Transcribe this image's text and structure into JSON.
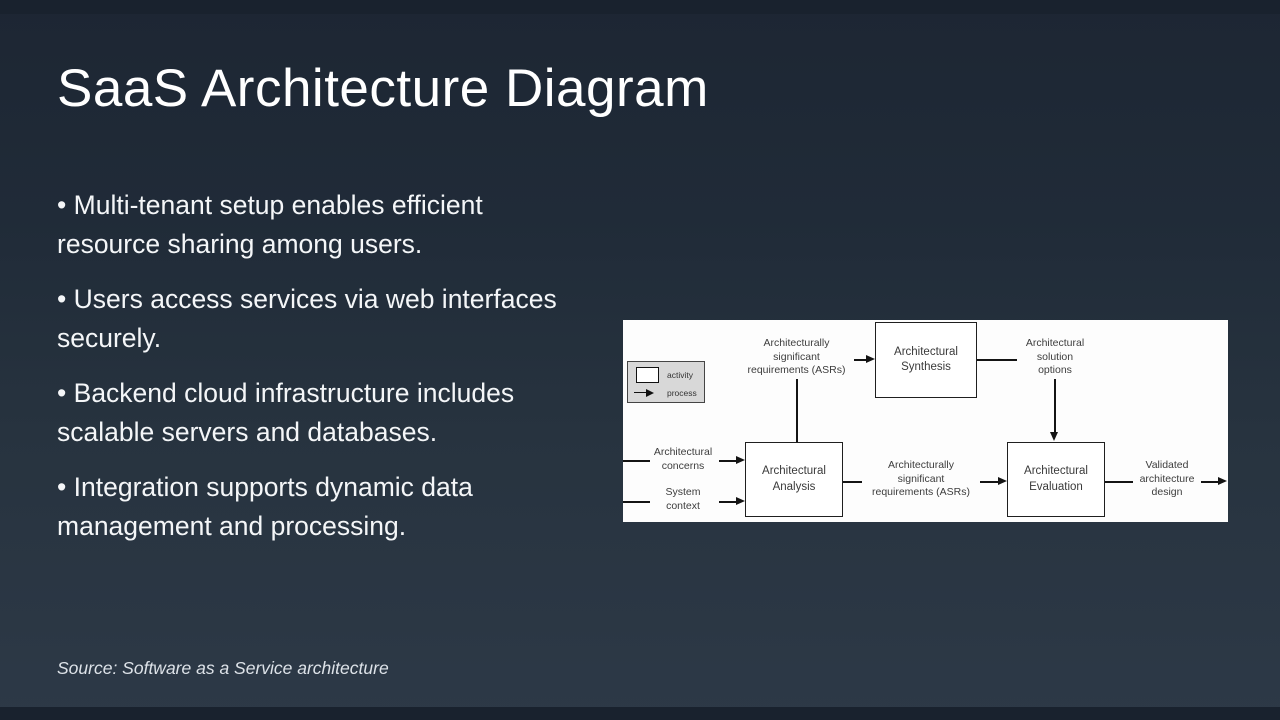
{
  "slide": {
    "title": "SaaS Architecture Diagram",
    "bullets": [
      "• Multi-tenant setup enables efficient resource sharing among users.",
      "• Users access services via web interfaces securely.",
      "• Backend cloud infrastructure includes scalable servers and databases.",
      "• Integration supports dynamic data management and processing."
    ],
    "source": "Source: Software as a Service architecture"
  },
  "diagram": {
    "legend": {
      "activity": "activity",
      "process": "process"
    },
    "nodes": {
      "synthesis": "Architectural\nSynthesis",
      "analysis": "Architectural\nAnalysis",
      "evaluation": "Architectural\nEvaluation"
    },
    "labels": {
      "asr_top": "Architecturally\nsignificant\nrequirements (ASRs)",
      "solution_options": "Architectural\nsolution\noptions",
      "concerns": "Architectural\nconcerns",
      "system_context": "System\ncontext",
      "asr_mid": "Architecturally\nsignificant\nrequirements (ASRs)",
      "validated": "Validated\narchitecture\ndesign"
    }
  },
  "colors": {
    "background_top": "#1d2633",
    "background_bottom": "#2d3947",
    "edge_strip": "#19222e",
    "slide_text": "#f4f6f8",
    "panel_background": "#fdfdfd",
    "diagram_ink": "#141414",
    "legend_fill": "#d8d8d8"
  }
}
